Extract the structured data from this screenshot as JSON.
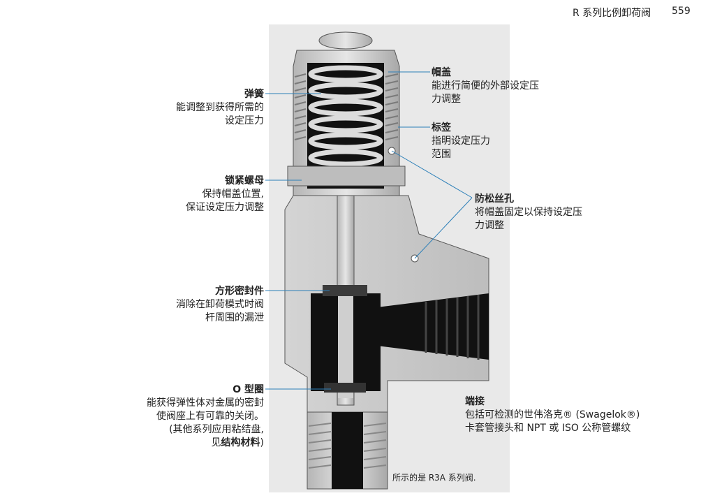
{
  "header": {
    "title": "R 系列比例卸荷阀",
    "page": "559"
  },
  "labels": {
    "cap": {
      "title": "帽盖",
      "body": "能进行简便的外部设定压\n力调整"
    },
    "spring": {
      "title": "弹簧",
      "body": "能调整到获得所需的\n设定压力"
    },
    "tag": {
      "title": "标签",
      "body": "指明设定压力\n范围"
    },
    "locknut": {
      "title": "锁紧螺母",
      "body": "保持帽盖位置,\n保证设定压力调整"
    },
    "lockhole": {
      "title": "防松丝孔",
      "body": "将帽盖固定以保持设定压\n力调整"
    },
    "seal": {
      "title": "方形密封件",
      "body": "消除在卸荷模式时阀\n杆周围的漏泄"
    },
    "oring": {
      "title": "O 型圈",
      "body": "能获得弹性体对金属的密封\n使阀座上有可靠的关闭。\n(其他系列应用粘结盘,",
      "body_prefix": "见",
      "body_bold": "结构材料",
      "body_suffix": ")"
    },
    "endconn": {
      "title": "端接",
      "body": "包括可检测的世伟洛克® (Swagelok®)\n卡套管接头和 NPT 或 ISO 公称管螺纹"
    }
  },
  "caption": "所示的是 R3A 系列阀.",
  "colors": {
    "leader": "#2c7fb8",
    "metal": "#c9c9c9",
    "dark": "#1a1a1a"
  }
}
